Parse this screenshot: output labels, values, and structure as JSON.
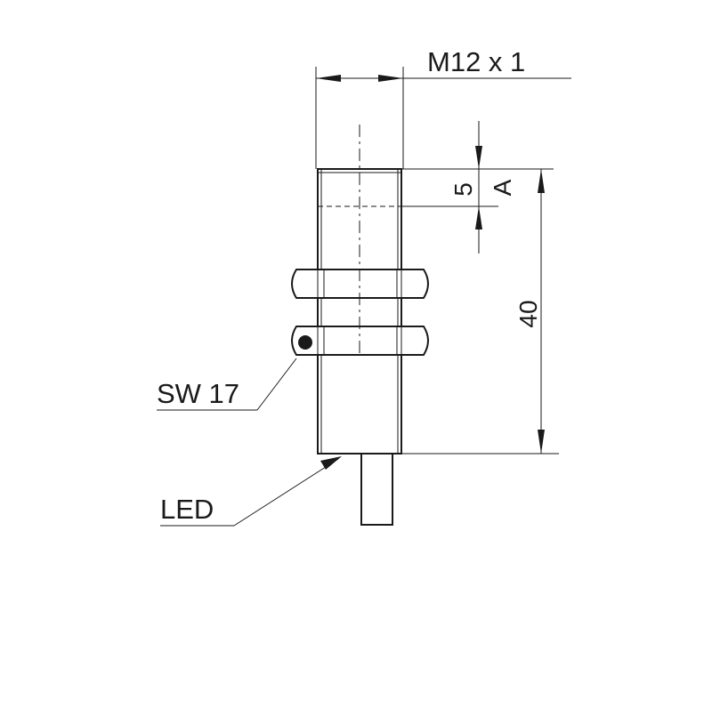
{
  "labels": {
    "thread": "M12 x 1",
    "distance": "5",
    "zone": "A",
    "length": "40",
    "wrench": "SW 17",
    "led": "LED"
  },
  "colors": {
    "line": "#1a1a1a",
    "background": "#ffffff"
  }
}
